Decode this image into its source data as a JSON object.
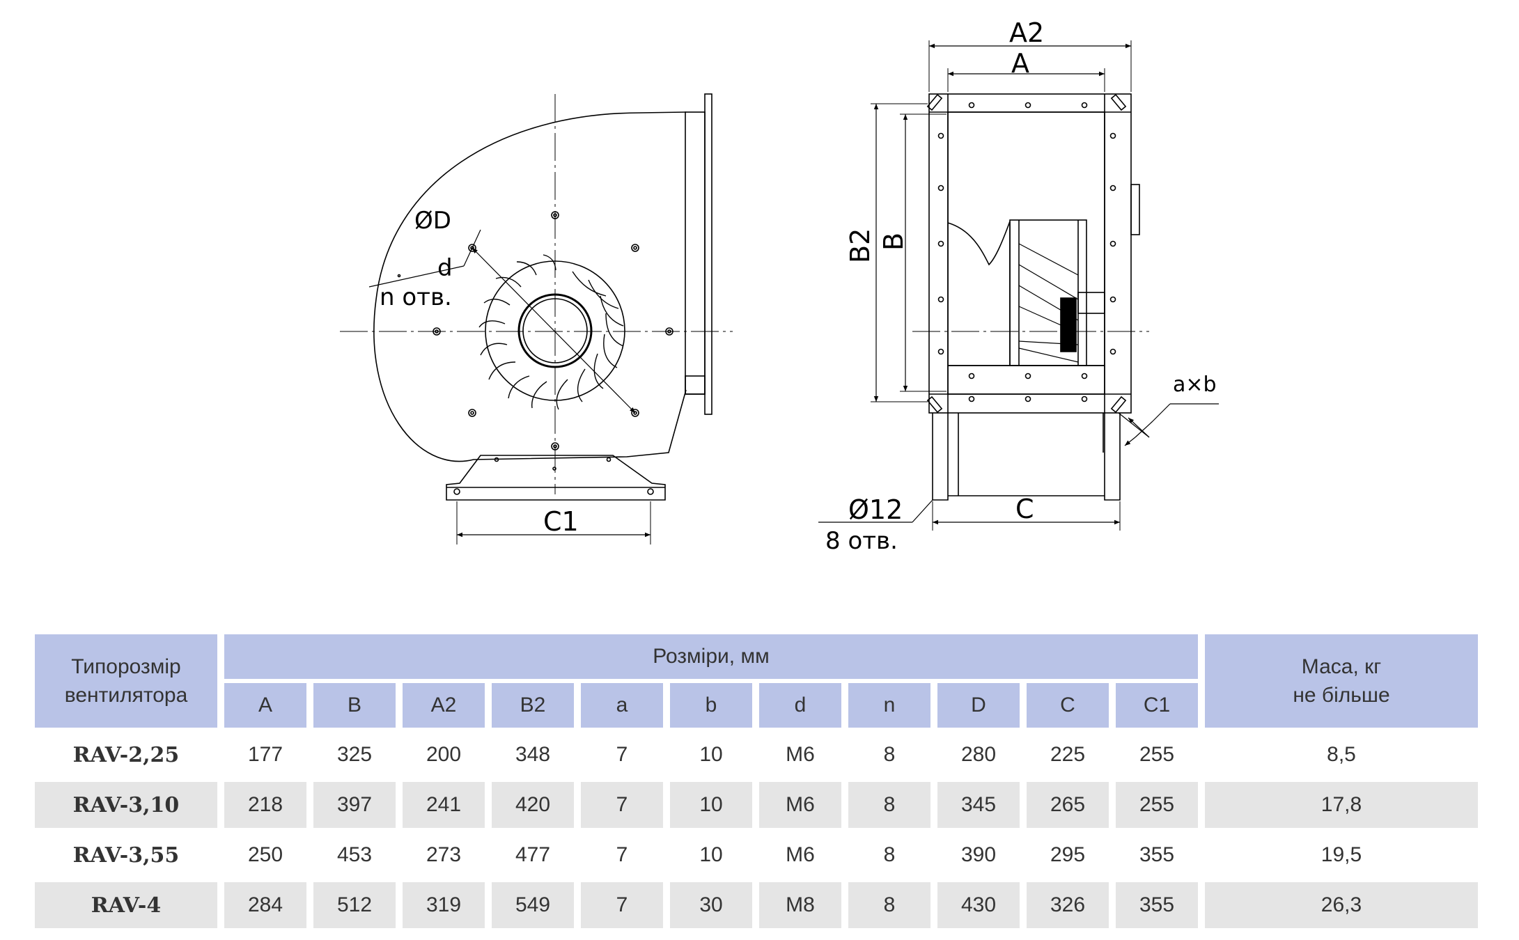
{
  "drawing": {
    "front_view": {
      "hole_diameter_label": "ØD",
      "hole_size_label": "d",
      "hole_count_label": "n отв.",
      "base_width_label": "C1"
    },
    "side_view": {
      "outer_width_label": "A2",
      "inner_width_label": "A",
      "outer_height_label": "B2",
      "inner_height_label": "B",
      "slot_label": "a×b",
      "mount_hole_label": "Ø12",
      "mount_hole_count_label": "8 отв.",
      "base_width_label": "C"
    }
  },
  "table": {
    "model_header": [
      "Типорозмір",
      "вентилятора"
    ],
    "dimensions_header": "Розміри, мм",
    "mass_header": [
      "Маса, кг",
      "не більше"
    ],
    "columns": [
      "A",
      "B",
      "A2",
      "B2",
      "a",
      "b",
      "d",
      "n",
      "D",
      "C",
      "C1"
    ],
    "rows": [
      {
        "model": "RAV-2,25",
        "values": [
          "177",
          "325",
          "200",
          "348",
          "7",
          "10",
          "M6",
          "8",
          "280",
          "225",
          "255"
        ],
        "mass": "8,5"
      },
      {
        "model": "RAV-3,10",
        "values": [
          "218",
          "397",
          "241",
          "420",
          "7",
          "10",
          "M6",
          "8",
          "345",
          "265",
          "255"
        ],
        "mass": "17,8"
      },
      {
        "model": "RAV-3,55",
        "values": [
          "250",
          "453",
          "273",
          "477",
          "7",
          "10",
          "M6",
          "8",
          "390",
          "295",
          "355"
        ],
        "mass": "19,5"
      },
      {
        "model": "RAV-4",
        "values": [
          "284",
          "512",
          "319",
          "549",
          "7",
          "30",
          "M8",
          "8",
          "430",
          "326",
          "355"
        ],
        "mass": "26,3"
      }
    ]
  }
}
